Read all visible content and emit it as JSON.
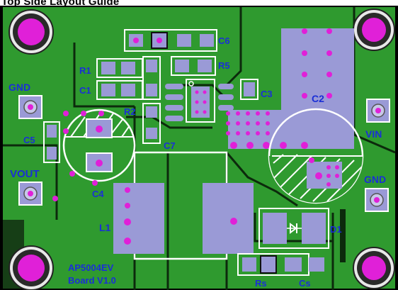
{
  "title": "Top Side Layout Guide",
  "colors": {
    "copper": "#2f9a2f",
    "copper_dark": "#1f7a1f",
    "pad": "#9a9ad6",
    "via": "#e020d8",
    "silkscreen": "#ffffff",
    "label": "#1a2fd6",
    "label_light": "#2266ff",
    "trace_gap": "#0c2a0c"
  },
  "labels": {
    "gnd_left": "GND",
    "c5": "C5",
    "vout": "VOUT",
    "c4": "C4",
    "l1": "L1",
    "board_line1": "AP5004EV",
    "board_line2": "Board V1.0",
    "r1": "R1",
    "c1": "C1",
    "r2": "R2",
    "c7": "C7",
    "c6": "C6",
    "r5": "R5",
    "c3": "C3",
    "c2": "C2",
    "vin": "VIN",
    "gnd_right": "GND",
    "d1": "D1",
    "rs": "Rs",
    "cs": "Cs"
  }
}
